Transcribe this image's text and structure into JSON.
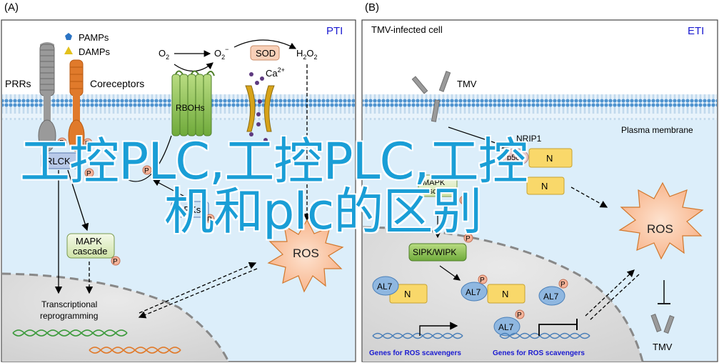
{
  "panel_a": {
    "letter": "(A)",
    "tag": "PTI",
    "legend": {
      "pamps": "PAMPs",
      "damps": "DAMPs"
    },
    "prrs": "PRRs",
    "coreceptors": "Coreceptors",
    "o2": "O",
    "o2_sub": "2",
    "o2m": "O",
    "o2m_sub": "2",
    "o2m_sup": "−",
    "sod": "SOD",
    "h2o2": "H",
    "h2o2_sub1": "2",
    "h2o2_o": "O",
    "h2o2_sub2": "2",
    "ca": "Ca",
    "ca_sup": "2+",
    "rbohs": "RBOHs",
    "rlck": "RLCK",
    "cpks": "CPKs",
    "mapk_1": "MAPK",
    "mapk_2": "cascade",
    "ros": "ROS",
    "tr_1": "Transcriptional",
    "tr_2": "reprogramming",
    "p": "P"
  },
  "panel_b": {
    "letter": "(B)",
    "tag": "ETI",
    "title": "TMV-infected cell",
    "tmv": "TMV",
    "plasma": "Plasma membrane",
    "nrip1": "NRIP1",
    "p50": "p50",
    "n": "N",
    "mapk_1": "MAPK",
    "mapk_2": "cascade",
    "sipk": "SIPK/WIPK",
    "al7": "AL7",
    "ros": "ROS",
    "genes": "Genes for ROS scavengers",
    "tmv2": "TMV",
    "p": "P"
  },
  "overlay": {
    "line1": "工控PLC,工控PLC,工控",
    "line2": "机和plc的区别"
  },
  "colors": {
    "membrane": "#6fa8d8",
    "cytoplasm": "#dceefa",
    "accent": "#1a1ad0",
    "watermark": "#1a9ed6"
  }
}
